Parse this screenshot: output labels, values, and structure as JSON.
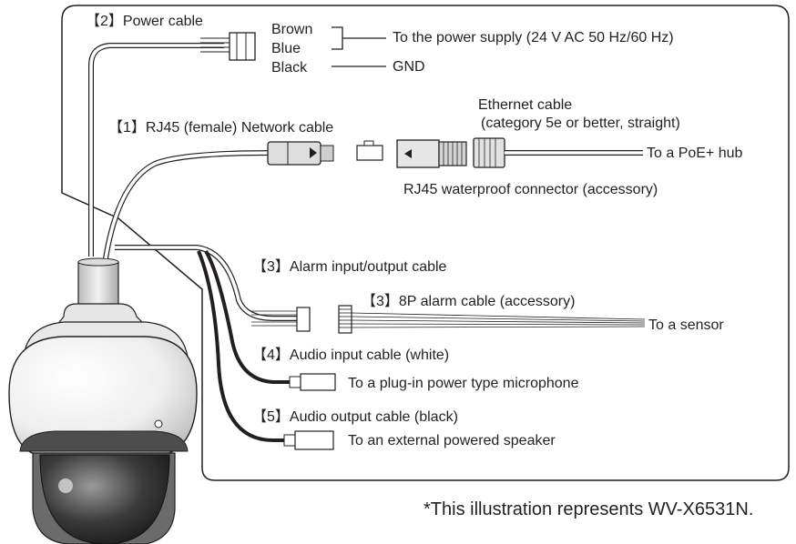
{
  "power": {
    "title": "【2】Power cable",
    "wires": [
      "Brown",
      "Blue",
      "Black"
    ],
    "supply": "To the power supply (24 V AC 50 Hz/60 Hz)",
    "gnd": "GND"
  },
  "network": {
    "title": "【1】RJ45 (female) Network cable",
    "ethernet_line1": "Ethernet cable",
    "ethernet_line2": "(category 5e or better, straight)",
    "poe": "To a PoE+ hub",
    "connector": "RJ45 waterproof connector (accessory)"
  },
  "alarm": {
    "title": "【3】Alarm input/output cable",
    "accessory": "【3】8P alarm cable (accessory)",
    "sensor": "To a sensor"
  },
  "audio_in": {
    "title": "【4】Audio input cable (white)",
    "dest": "To a plug-in power type microphone"
  },
  "audio_out": {
    "title": "【5】Audio output cable (black)",
    "dest": "To an external powered speaker"
  },
  "footnote": "*This illustration represents WV-X6531N."
}
